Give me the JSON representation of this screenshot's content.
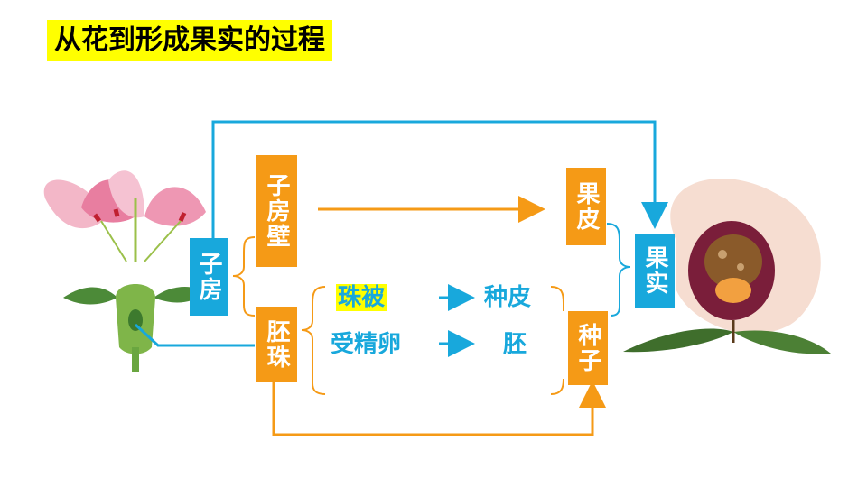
{
  "title": "从花到形成果实的过程",
  "labels": {
    "zifang": "子房",
    "zifangbi": "子房壁",
    "peizhu": "胚珠",
    "zhubei": "珠被",
    "shoujingluan": "受精卵",
    "guopi": "果皮",
    "zhongpi": "种皮",
    "pei": "胚",
    "zhongzi": "种子",
    "guoshi": "果实"
  },
  "colors": {
    "orange": "#f59a16",
    "blue": "#18a8dc",
    "highlight": "#ffff00"
  },
  "icons": {
    "flower": "flower-illustration",
    "fruit": "peach-fruit-illustration"
  }
}
